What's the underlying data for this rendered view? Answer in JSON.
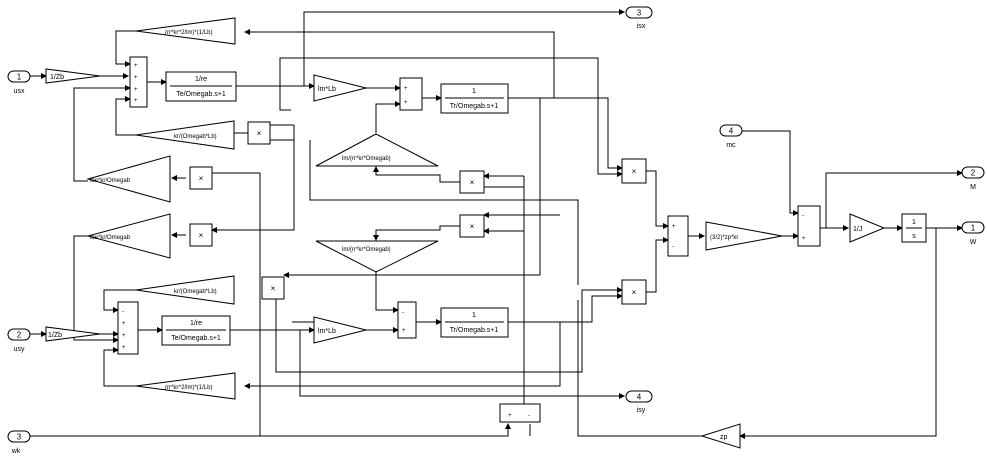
{
  "inports": [
    {
      "num": "1",
      "name": "usx"
    },
    {
      "num": "2",
      "name": "usy"
    },
    {
      "num": "3",
      "name": "wk"
    },
    {
      "num": "4",
      "name": "mc"
    }
  ],
  "outports": [
    {
      "num": "3",
      "name": "isx"
    },
    {
      "num": "4",
      "name": "isy"
    },
    {
      "num": "2",
      "name": "M"
    },
    {
      "num": "1",
      "name": "W"
    }
  ],
  "gains": {
    "in_x": "1/Zb",
    "in_y": "1/Zb",
    "fb_top": "(rr*kr^2/lm)*(1/Lb)",
    "fb_bottom": "(rr*kr^2/lm)*(1/Lb)",
    "kr_top": "kr/(Omegab*Lb)",
    "kr_bottom": "kr/(Omegab*Lb)",
    "lbe_top": "lbe*kr/Omegab",
    "lbe_bottom": "lbe*kr/Omegab",
    "lm_top": "lm*Lb",
    "lm_bottom": "lm*Lb",
    "tri_up": "lm/(rr*kr*Omegab)",
    "tri_down": "lm/(rr*kr*Omegab)",
    "torque": "(3/2)*zp*kr",
    "inertia": "1/J",
    "zp": "zp"
  },
  "transfer": {
    "tf_sx_num": "1/re",
    "tf_sx_den": "Te/Omegab.s+1",
    "tf_sy_num": "1/re",
    "tf_sy_den": "Te/Omegab.s+1",
    "tf_rx_num": "1",
    "tf_rx_den": "Tr/Omegab.s+1",
    "tf_ry_num": "1",
    "tf_ry_den": "Tr/Omegab.s+1",
    "int_num": "1",
    "int_den": "s"
  },
  "symbols": {
    "plus": "+",
    "minus": "-",
    "times": "×"
  }
}
